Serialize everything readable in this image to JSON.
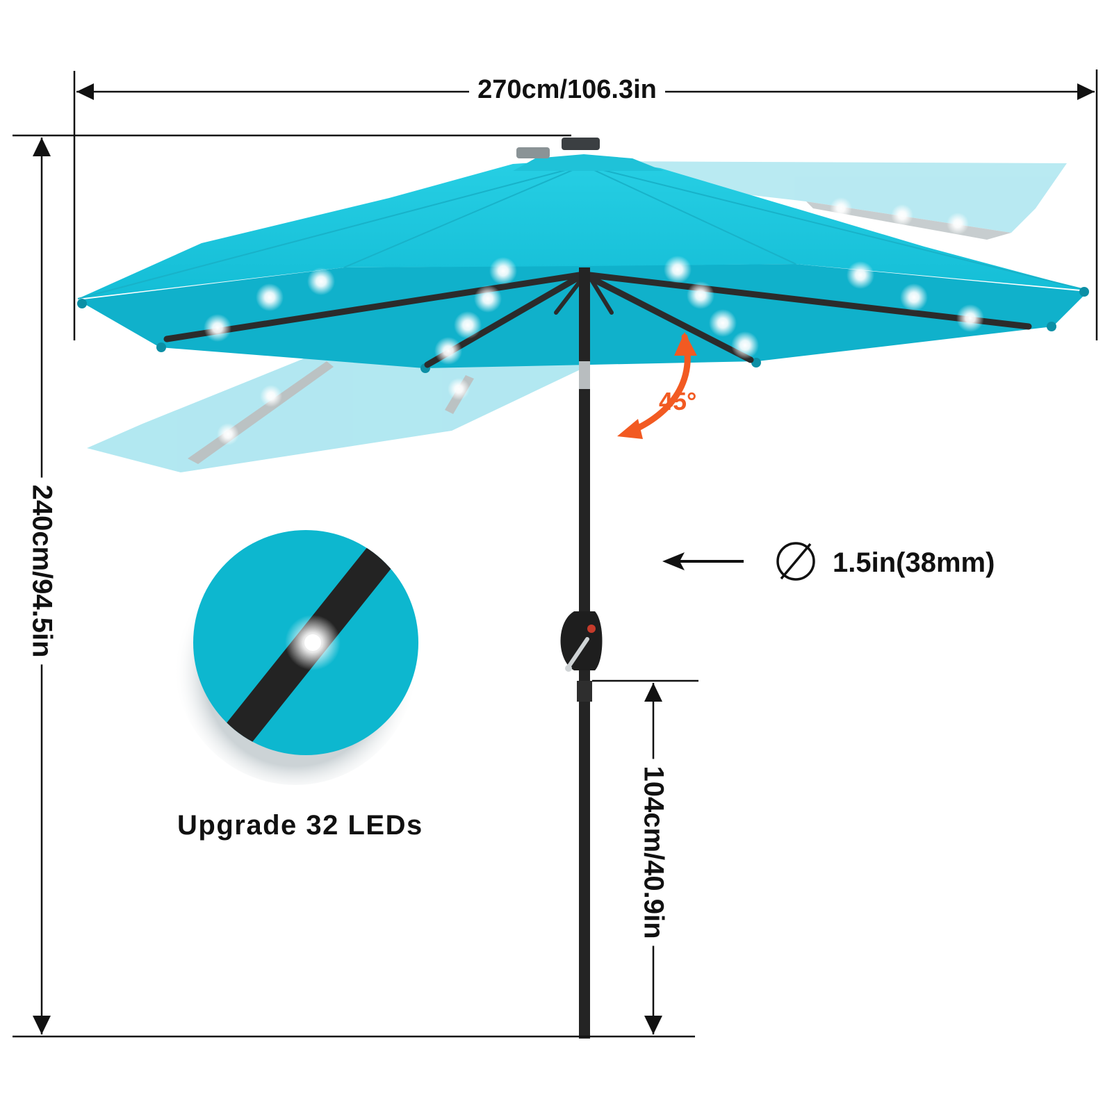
{
  "dimensions": {
    "width": "270cm/106.3in",
    "height": "240cm/94.5in",
    "crank_height": "104cm/40.9in",
    "pole_diameter": "1.5in(38mm)",
    "tilt_angle": "45°"
  },
  "feature_label": "Upgrade 32 LEDs",
  "colors": {
    "canopy": "#1ec8df",
    "canopy_underside": "#12b3cc",
    "canopy_faded": "#a8e6f0",
    "pole": "#222222",
    "accent": "#f25a22",
    "led": "#ffffff"
  },
  "icons": {
    "diameter": "diameter-icon",
    "pointer": "left-arrow-icon",
    "tilt": "curved-arrow-icon"
  }
}
